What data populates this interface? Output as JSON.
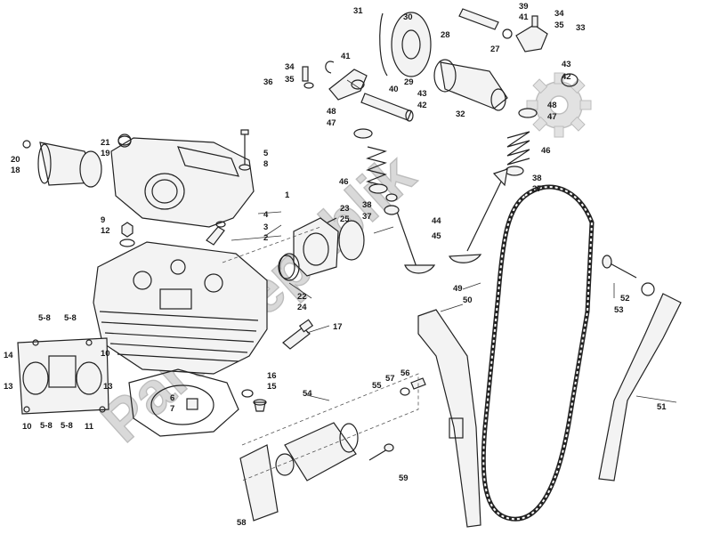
{
  "diagram": {
    "watermark_text": "PartsRepublik",
    "gear_icon": "gear-icon",
    "part_labels": [
      {
        "id": "l1",
        "text": "1"
      },
      {
        "id": "l2",
        "text": "2"
      },
      {
        "id": "l3",
        "text": "3"
      },
      {
        "id": "l4",
        "text": "4"
      },
      {
        "id": "l5",
        "text": "5"
      },
      {
        "id": "l6",
        "text": "6"
      },
      {
        "id": "l7",
        "text": "7"
      },
      {
        "id": "l8",
        "text": "8"
      },
      {
        "id": "l9",
        "text": "9"
      },
      {
        "id": "l10a",
        "text": "10"
      },
      {
        "id": "l10b",
        "text": "10"
      },
      {
        "id": "l11",
        "text": "11"
      },
      {
        "id": "l12",
        "text": "12"
      },
      {
        "id": "l13a",
        "text": "13"
      },
      {
        "id": "l13b",
        "text": "13"
      },
      {
        "id": "l14",
        "text": "14"
      },
      {
        "id": "l15",
        "text": "15"
      },
      {
        "id": "l16",
        "text": "16"
      },
      {
        "id": "l17",
        "text": "17"
      },
      {
        "id": "l18",
        "text": "18"
      },
      {
        "id": "l19",
        "text": "19"
      },
      {
        "id": "l20",
        "text": "20"
      },
      {
        "id": "l21",
        "text": "21"
      },
      {
        "id": "l22",
        "text": "22"
      },
      {
        "id": "l23",
        "text": "23"
      },
      {
        "id": "l24",
        "text": "24"
      },
      {
        "id": "l25",
        "text": "25"
      },
      {
        "id": "l27",
        "text": "27"
      },
      {
        "id": "l28",
        "text": "28"
      },
      {
        "id": "l29",
        "text": "29"
      },
      {
        "id": "l30",
        "text": "30"
      },
      {
        "id": "l31",
        "text": "31"
      },
      {
        "id": "l32",
        "text": "32"
      },
      {
        "id": "l33",
        "text": "33"
      },
      {
        "id": "l34a",
        "text": "34"
      },
      {
        "id": "l35a",
        "text": "35"
      },
      {
        "id": "l34b",
        "text": "34"
      },
      {
        "id": "l35b",
        "text": "35"
      },
      {
        "id": "l36",
        "text": "36"
      },
      {
        "id": "l37a",
        "text": "37"
      },
      {
        "id": "l38a",
        "text": "38"
      },
      {
        "id": "l37b",
        "text": "37"
      },
      {
        "id": "l38b",
        "text": "38"
      },
      {
        "id": "l39",
        "text": "39"
      },
      {
        "id": "l40",
        "text": "40"
      },
      {
        "id": "l41a",
        "text": "41"
      },
      {
        "id": "l41b",
        "text": "41"
      },
      {
        "id": "l42a",
        "text": "42"
      },
      {
        "id": "l43a",
        "text": "43"
      },
      {
        "id": "l42b",
        "text": "42"
      },
      {
        "id": "l43b",
        "text": "43"
      },
      {
        "id": "l44",
        "text": "44"
      },
      {
        "id": "l45",
        "text": "45"
      },
      {
        "id": "l46a",
        "text": "46"
      },
      {
        "id": "l46b",
        "text": "46"
      },
      {
        "id": "l47a",
        "text": "47"
      },
      {
        "id": "l48a",
        "text": "48"
      },
      {
        "id": "l47b",
        "text": "47"
      },
      {
        "id": "l48b",
        "text": "48"
      },
      {
        "id": "l49",
        "text": "49"
      },
      {
        "id": "l50",
        "text": "50"
      },
      {
        "id": "l51",
        "text": "51"
      },
      {
        "id": "l52",
        "text": "52"
      },
      {
        "id": "l53",
        "text": "53"
      },
      {
        "id": "l54",
        "text": "54"
      },
      {
        "id": "l55",
        "text": "55"
      },
      {
        "id": "l56",
        "text": "56"
      },
      {
        "id": "l57",
        "text": "57"
      },
      {
        "id": "l58",
        "text": "58"
      },
      {
        "id": "l59",
        "text": "59"
      },
      {
        "id": "l58a",
        "text": "5-8"
      },
      {
        "id": "l58b",
        "text": "5-8"
      },
      {
        "id": "l58c",
        "text": "5-8"
      },
      {
        "id": "l58d",
        "text": "5-8"
      }
    ]
  }
}
